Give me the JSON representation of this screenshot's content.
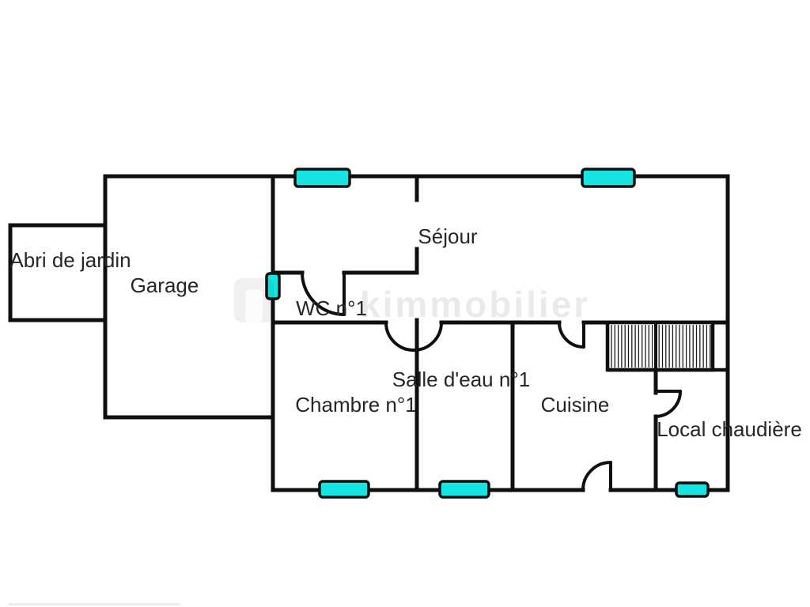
{
  "plan": {
    "watermark": "kimmobilier",
    "rooms": [
      {
        "id": "abri-de-jardin",
        "label": "Abri de jardin"
      },
      {
        "id": "garage",
        "label": "Garage"
      },
      {
        "id": "sejour",
        "label": "Séjour"
      },
      {
        "id": "wc-1",
        "label": "WC n°1"
      },
      {
        "id": "chambre-1",
        "label": "Chambre n°1"
      },
      {
        "id": "salle-eau-1",
        "label": "Salle d'eau n°1"
      },
      {
        "id": "cuisine",
        "label": "Cuisine"
      },
      {
        "id": "local-chaudiere",
        "label": "Local chaudière"
      }
    ],
    "colors": {
      "wall": "#0f0f0f",
      "window_fill": "#15e5e2",
      "window_border": "#0f0f0f",
      "label": "#262626"
    }
  }
}
